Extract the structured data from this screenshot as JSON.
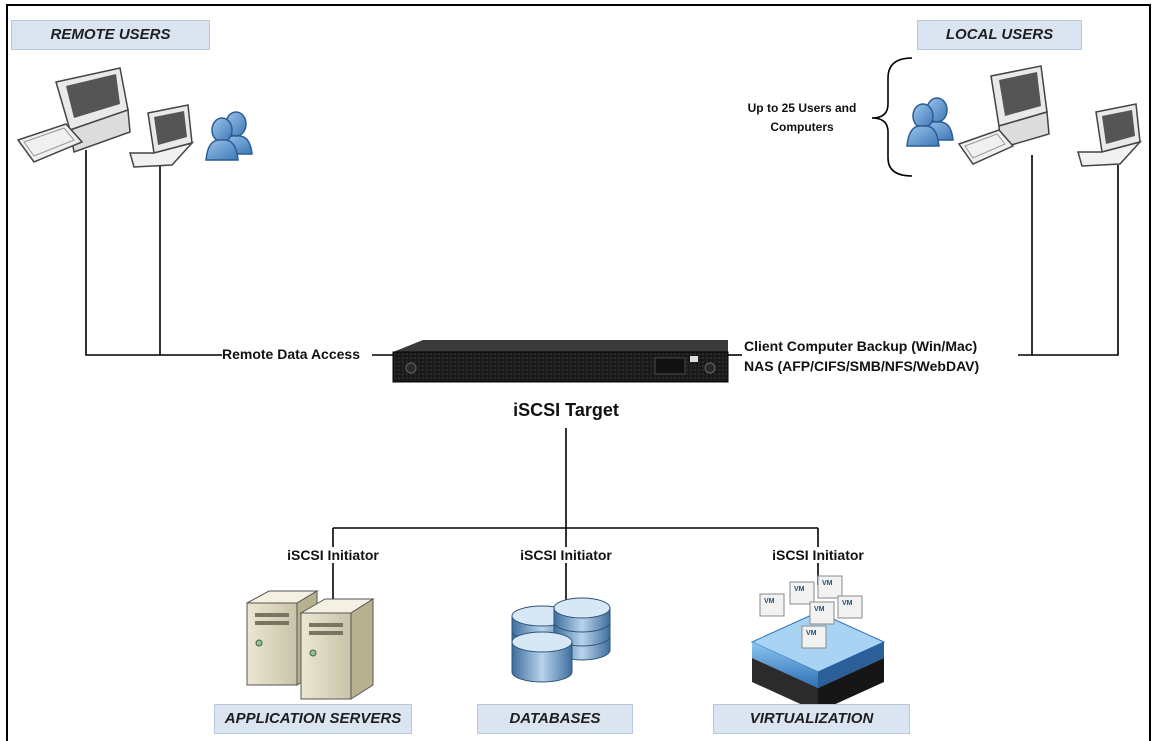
{
  "groups": {
    "remote_users": "REMOTE USERS",
    "local_users": "LOCAL USERS",
    "application_servers": "APPLICATION SERVERS",
    "databases": "DATABASES",
    "virtualization": "VIRTUALIZATION"
  },
  "annotations": {
    "local_users_note_line1": "Up to 25 Users and",
    "local_users_note_line2": "Computers",
    "remote_link": "Remote Data Access",
    "local_link_line1": "Client Computer Backup (Win/Mac)",
    "local_link_line2": "NAS (AFP/CIFS/SMB/NFS/WebDAV)",
    "target": "iSCSI Target",
    "initiator_1": "iSCSI Initiator",
    "initiator_2": "iSCSI Initiator",
    "initiator_3": "iSCSI Initiator"
  },
  "icons": {
    "desktop": "desktop-computer-icon",
    "laptop": "laptop-icon",
    "user": "user-icon",
    "nas_appliance": "rack-appliance-icon",
    "servers": "tower-servers-icon",
    "database": "database-icon",
    "vm": "virtualization-icon"
  },
  "vm_tags": [
    "VM",
    "VM",
    "VM",
    "VM",
    "VM",
    "VM"
  ],
  "colors": {
    "label_fill": "#dbe5f1",
    "line": "#000000",
    "user_icon": "#5b9bd5",
    "appliance": "#1b1b1b"
  }
}
